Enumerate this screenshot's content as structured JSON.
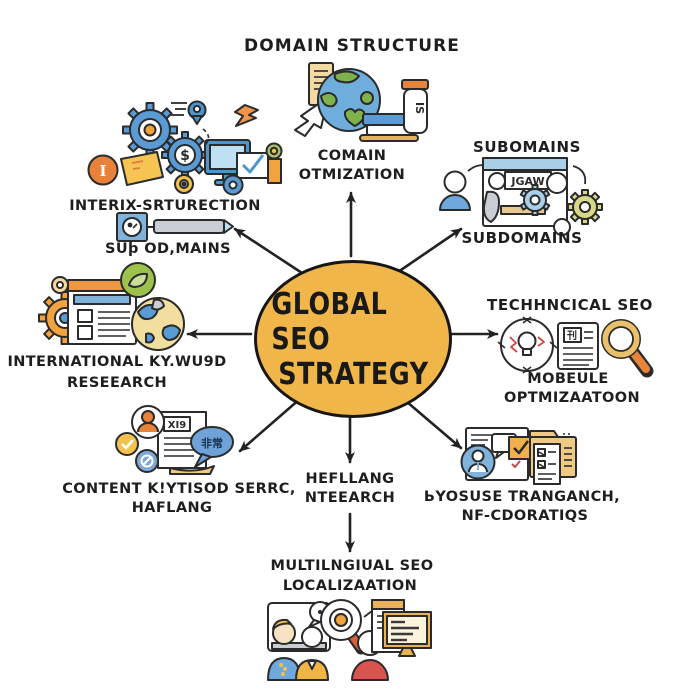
{
  "center": {
    "line1": "GLOBAL SEO",
    "line2": "STRATEGY"
  },
  "nodes": {
    "top_center": {
      "heading": "DOMAIN STRUCTURE",
      "line1": "COMAIN",
      "line2": "OTMIZATION"
    },
    "top_left": {
      "line1": "INTERIX-SRTURECTION",
      "slider_label": "SUþ OD,MAINS"
    },
    "top_right": {
      "heading": "SUBOMAINS",
      "line1": "SUBDOMAINS"
    },
    "left": {
      "line1": "INTERNATIONAL KY.WU9D",
      "line2": "RESEEARCH"
    },
    "right": {
      "heading": "TECHHNCICAL SEO",
      "line1": "MOBEULE",
      "line2": "OPTMIZAATOON"
    },
    "bottom_left": {
      "line1": "CONTENT K!YTISOD SERRC,",
      "line2": "HAFLANG"
    },
    "bottom_mid": {
      "line1": "HEFLLANG",
      "line2": "NTEEARCH"
    },
    "bottom_center": {
      "line1": "MULTILNGIUAL SEO",
      "line2": "LOCALIZAATION"
    },
    "bottom_right": {
      "line1": "ЬYOSUSE TRANGANCH,",
      "line2": "NF-CDORATIQS"
    }
  },
  "icon_texts": {
    "browser_tab": "JGAW",
    "document_code": "XI9",
    "speech_glyphs": "非常",
    "doc_glyph": "刊",
    "jar_label": "IS",
    "gear_dollar": "$",
    "coin_letter": "I"
  },
  "colors": {
    "center_fill": "#F1B64A",
    "ink": "#2b2b2b",
    "blue": "#5B9BD5",
    "light_blue": "#A8CEE8",
    "orange": "#EE9742",
    "yellow": "#F2C14E",
    "green": "#9CC24E",
    "red": "#D9534F",
    "tan": "#F0C985",
    "gray": "#C9CED4"
  }
}
